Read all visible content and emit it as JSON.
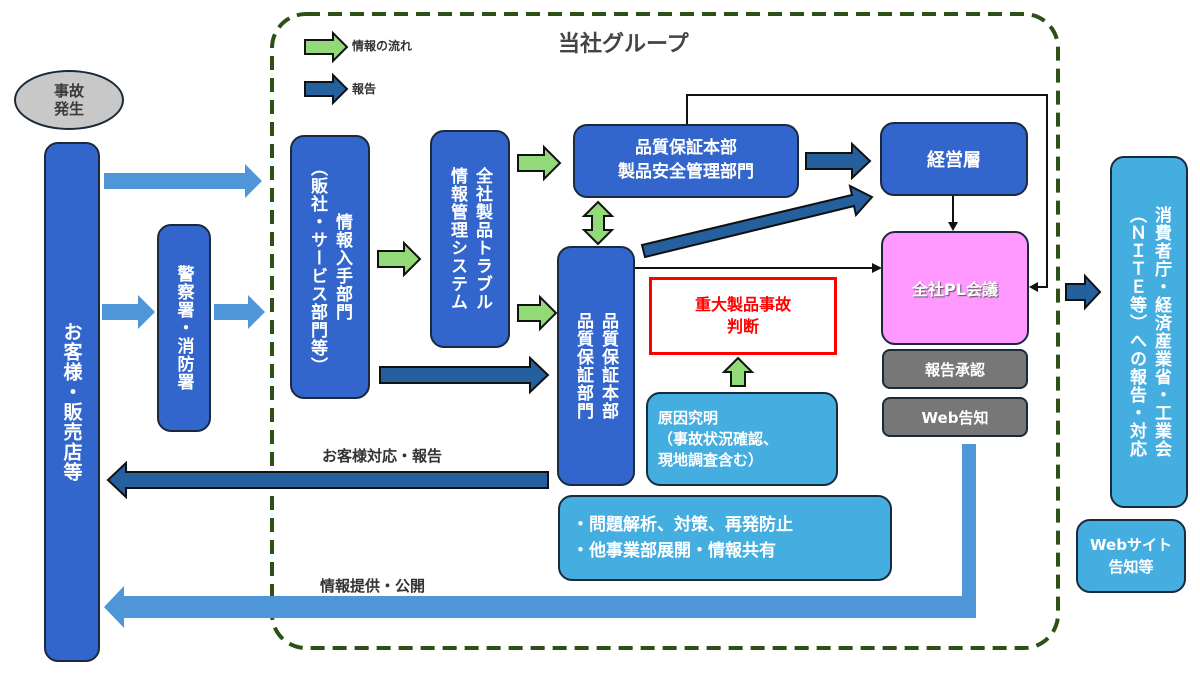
{
  "group_title": "当社グループ",
  "legend": {
    "info_flow": "情報の流れ",
    "report": "報告"
  },
  "colors": {
    "info_arrow": "#92d978",
    "report_arrow": "#24609e",
    "light_arrow": "#4e96d8",
    "group_border": "#2d5016",
    "dark_box": "#3366cc",
    "light_box": "#45aee0",
    "pink_box": "#ff99ff",
    "gray_box": "#777777",
    "alert": "#ff0000"
  },
  "nodes": {
    "accident": "事故\n発生",
    "customer": "お客様・販売店等",
    "police": "警察署・消防署",
    "info_dept": "情報入手部門\n（販社・サービス部門等）",
    "trouble_system": "全社製品トラブル\n情報管理システム",
    "qa_hq_safety": "品質保証本部\n製品安全管理部門",
    "qa_dept": "品質保証本部\n品質保証部門",
    "management": "経営層",
    "pl_meeting": "全社PL会議",
    "report_approval": "報告承認",
    "web_notice": "Web告知",
    "serious_accident": "重大製品事故\n判断",
    "root_cause": "原因究明\n（事故状況確認、\n現地調査含む）",
    "analysis": "・問題解析、対策、再発防止\n・他事業部展開・情報共有",
    "authorities": "消費者庁・経済産業省・工業会\n（ＮＩＴＥ等）への報告・対応",
    "website": "Webサイト\n告知等"
  },
  "flow_labels": {
    "customer_response": "お客様対応・報告",
    "info_disclosure": "情報提供・公開"
  }
}
